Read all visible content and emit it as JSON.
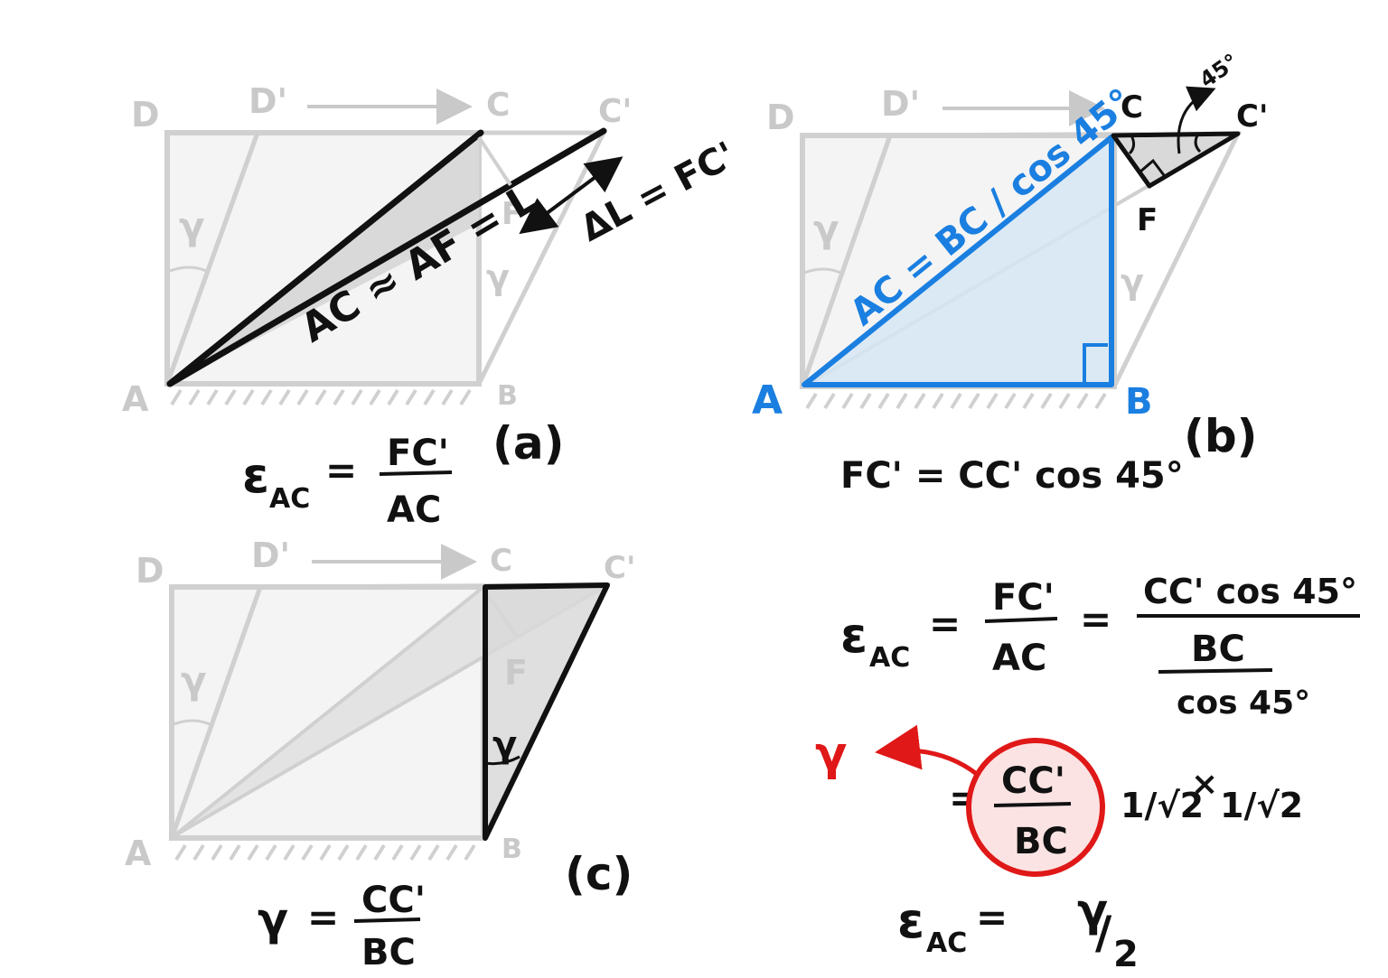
{
  "colors": {
    "ink": "#111111",
    "faint": "#c9c9c9",
    "faint_fill": "#f4f4f4",
    "shade": "#d9d9d9",
    "blue": "#1a7fe0",
    "blue_fill": "#d6e6f5",
    "red": "#e01818",
    "red_fill": "#fbe3e3"
  },
  "panel_a": {
    "label_D": "D",
    "label_Dp": "D'",
    "label_C": "C",
    "label_Cp": "C'",
    "label_A": "A",
    "label_B": "B",
    "label_F": "F",
    "label_gamma_left": "γ",
    "label_gamma_right": "γ",
    "diag_label": "AC ≈ AF = L",
    "delta_label": "ΔL = FC'",
    "caption": "(a)",
    "eq_lhs": "ε",
    "eq_lhs_sub": "AC",
    "eq_equals": "=",
    "eq_num": "FC'",
    "eq_den": "AC"
  },
  "panel_b": {
    "label_D": "D",
    "label_Dp": "D'",
    "label_C": "C",
    "label_Cp": "C'",
    "label_A": "A",
    "label_B": "B",
    "label_F": "F",
    "label_45": "45°",
    "label_gamma_left": "γ",
    "label_gamma_right": "γ",
    "hyp_label": "AC = BC / cos 45°",
    "caption": "(b)",
    "relation": "FC' = CC' cos 45°"
  },
  "panel_c": {
    "label_D": "D",
    "label_Dp": "D'",
    "label_C": "C",
    "label_Cp": "C'",
    "label_A": "A",
    "label_B": "B",
    "label_F": "F",
    "label_gamma_left": "γ",
    "label_gamma_tri": "γ",
    "caption": "(c)",
    "eq_lhs": "γ",
    "eq_equals": "=",
    "eq_num": "CC'",
    "eq_den": "BC"
  },
  "derivation": {
    "line1_lhs": "ε",
    "line1_lhs_sub": "AC",
    "eq1": "=",
    "frac1_num": "FC'",
    "frac1_den": "AC",
    "eq2": "=",
    "big_num": "CC' cos 45°",
    "big_den_num": "BC",
    "big_den_den": "cos 45°",
    "line2_eq": "=",
    "circled_num": "CC'",
    "circled_den": "BC",
    "factor1": "1/√2",
    "times": "×",
    "factor2": "1/√2",
    "gamma_red": "γ",
    "line3_lhs": "ε",
    "line3_lhs_sub": "AC",
    "line3_eq": "=",
    "line3_rhs_num": "γ",
    "line3_rhs_slash": "/",
    "line3_rhs_den": "2"
  }
}
